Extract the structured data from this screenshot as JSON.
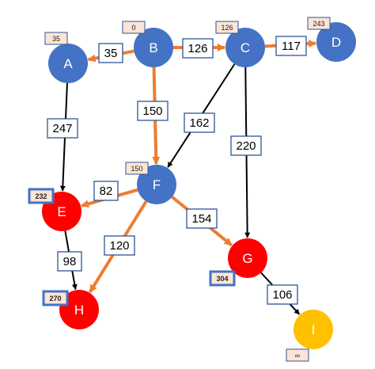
{
  "colors": {
    "visited_node": "#4472C4",
    "frontier_node": "#FF0000",
    "target_node": "#FFC000",
    "shortest_edge": "#ED7D31",
    "other_edge": "#000000",
    "label_border": "#2F5597",
    "distance_fill": "#FBE5D6"
  },
  "nodes": [
    {
      "id": "A",
      "label": "A",
      "distance": "35",
      "state": "visited"
    },
    {
      "id": "B",
      "label": "B",
      "distance": "0",
      "state": "visited"
    },
    {
      "id": "C",
      "label": "C",
      "distance": "126",
      "state": "visited"
    },
    {
      "id": "D",
      "label": "D",
      "distance": "243",
      "state": "visited"
    },
    {
      "id": "E",
      "label": "E",
      "distance": "232",
      "state": "frontier"
    },
    {
      "id": "F",
      "label": "F",
      "distance": "150",
      "state": "visited"
    },
    {
      "id": "G",
      "label": "G",
      "distance": "304",
      "state": "frontier"
    },
    {
      "id": "H",
      "label": "H",
      "distance": "270",
      "state": "frontier"
    },
    {
      "id": "I",
      "label": "I",
      "distance": "∞",
      "state": "unvisited"
    }
  ],
  "edges": [
    {
      "from": "B",
      "to": "A",
      "weight": "35",
      "highlight": true
    },
    {
      "from": "B",
      "to": "C",
      "weight": "126",
      "highlight": true
    },
    {
      "from": "C",
      "to": "D",
      "weight": "117",
      "highlight": true
    },
    {
      "from": "B",
      "to": "F",
      "weight": "150",
      "highlight": true
    },
    {
      "from": "C",
      "to": "F",
      "weight": "162",
      "highlight": false
    },
    {
      "from": "A",
      "to": "E",
      "weight": "247",
      "highlight": false
    },
    {
      "from": "C",
      "to": "G",
      "weight": "220",
      "highlight": false
    },
    {
      "from": "F",
      "to": "E",
      "weight": "82",
      "highlight": true
    },
    {
      "from": "F",
      "to": "G",
      "weight": "154",
      "highlight": true
    },
    {
      "from": "F",
      "to": "H",
      "weight": "120",
      "highlight": true
    },
    {
      "from": "E",
      "to": "H",
      "weight": "98",
      "highlight": false
    },
    {
      "from": "G",
      "to": "I",
      "weight": "106",
      "highlight": false
    }
  ]
}
